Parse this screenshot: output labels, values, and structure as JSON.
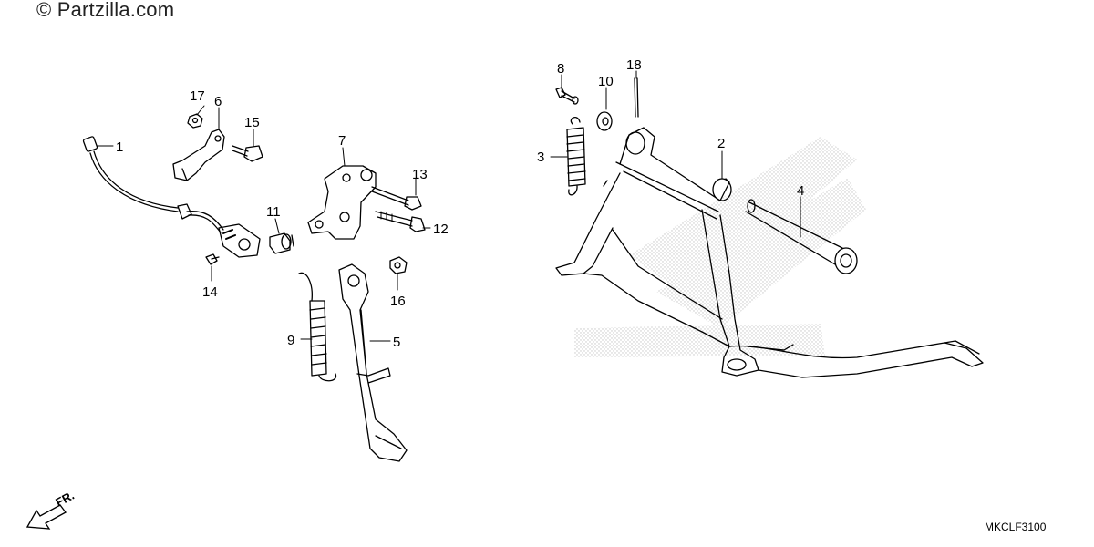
{
  "watermark": "© Partzilla.com",
  "diagram_code": "MKCLF3100",
  "front_label": "FR.",
  "callouts": {
    "c1": "1",
    "c2": "2",
    "c3": "3",
    "c4": "4",
    "c5": "5",
    "c6": "6",
    "c7": "7",
    "c8": "8",
    "c9": "9",
    "c10": "10",
    "c11": "11",
    "c12": "12",
    "c13": "13",
    "c14": "14",
    "c15": "15",
    "c16": "16",
    "c17": "17",
    "c18": "18"
  },
  "colors": {
    "line": "#000000",
    "background": "#ffffff",
    "watermark_stipple": "#bbbbbb"
  }
}
